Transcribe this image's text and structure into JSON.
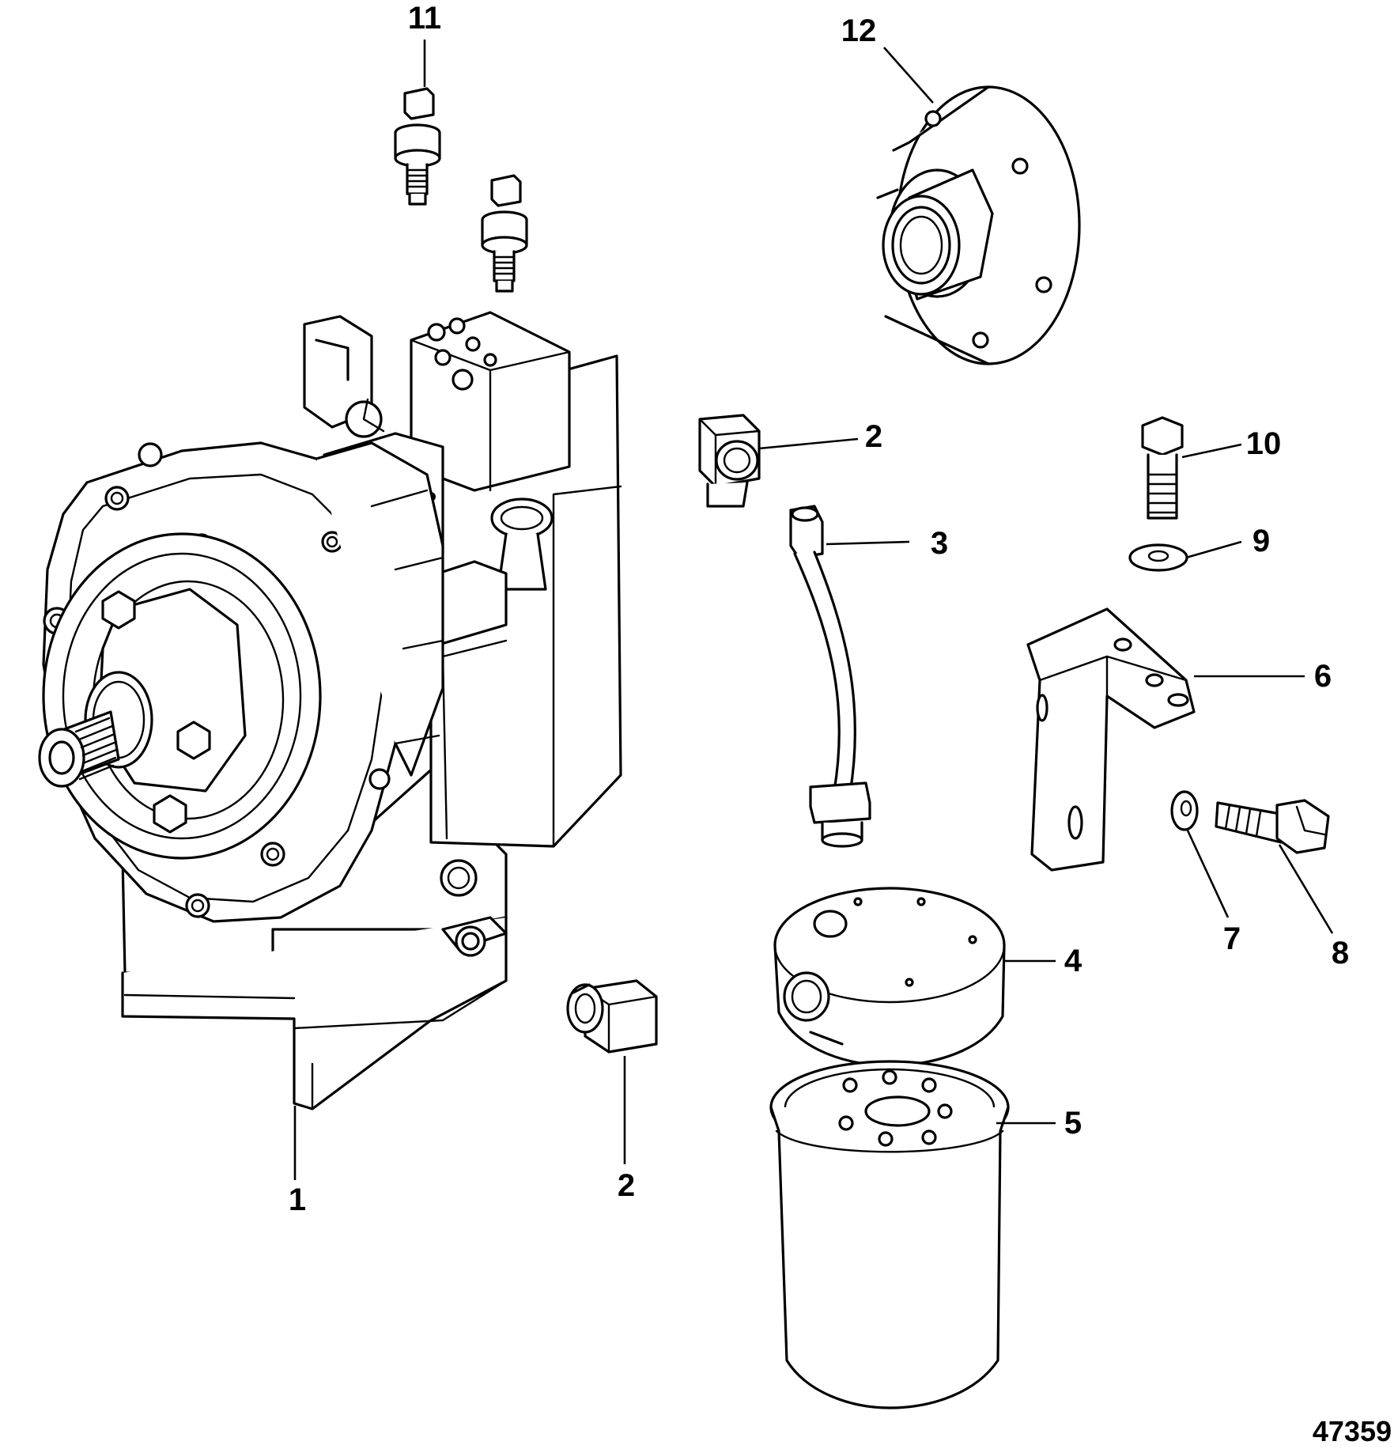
{
  "figure": {
    "figure_number": "47359"
  },
  "callouts": {
    "c1": "1",
    "c2a": "2",
    "c2b": "2",
    "c3": "3",
    "c4": "4",
    "c5": "5",
    "c6": "6",
    "c7": "7",
    "c8": "8",
    "c9": "9",
    "c10": "10",
    "c11": "11",
    "c12": "12"
  },
  "colors": {
    "line": "#000000",
    "background": "#ffffff"
  }
}
